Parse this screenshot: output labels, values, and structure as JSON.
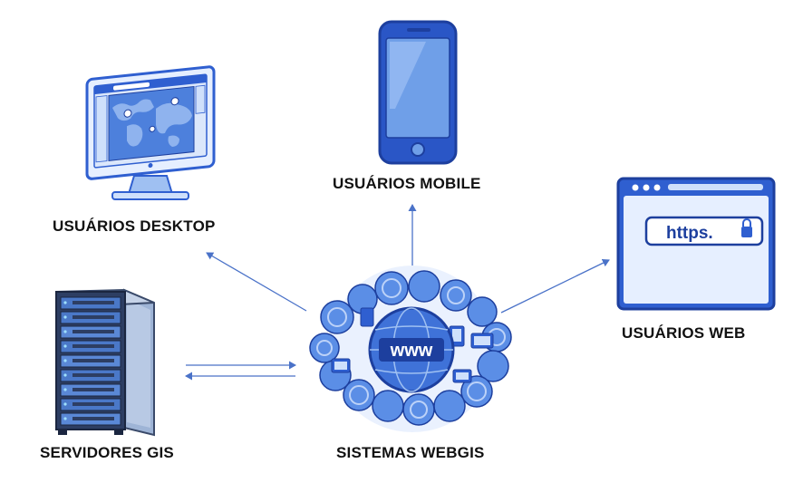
{
  "colors": {
    "primary": "#2f5fd0",
    "dark": "#1d3f9e",
    "light": "#cfe0fb",
    "screen": "#6f9fe8",
    "arrow": "#4a72c8"
  },
  "nodes": {
    "desktop": {
      "label": "USUÁRIOS DESKTOP",
      "icon": "desktop-monitor-icon",
      "screen_text": ""
    },
    "mobile": {
      "label": "USUÁRIOS MOBILE",
      "icon": "smartphone-icon"
    },
    "web": {
      "label": "USUÁRIOS WEB",
      "icon": "browser-window-icon",
      "url_text": "https."
    },
    "servers": {
      "label": "SERVIDORES GIS",
      "icon": "server-rack-icon"
    },
    "webgis": {
      "label": "SISTEMAS WEBGIS",
      "icon": "www-globe-cloud-icon",
      "globe_text": "www"
    }
  },
  "edges": [
    {
      "from": "webgis",
      "to": "desktop",
      "direction": "to"
    },
    {
      "from": "webgis",
      "to": "mobile",
      "direction": "to"
    },
    {
      "from": "webgis",
      "to": "web",
      "direction": "to"
    },
    {
      "from": "webgis",
      "to": "servers",
      "direction": "to"
    },
    {
      "from": "servers",
      "to": "webgis",
      "direction": "to"
    }
  ]
}
